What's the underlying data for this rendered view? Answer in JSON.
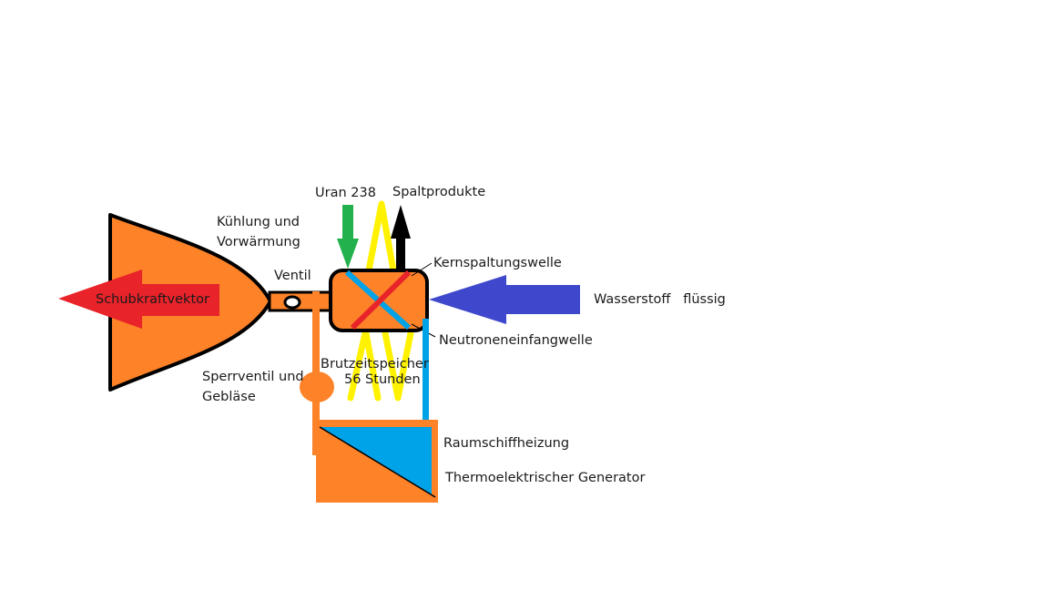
{
  "colors": {
    "orange": "#fd8228",
    "black": "#000000",
    "red": "#e8232a",
    "blue": "#3f48cc",
    "green": "#22b14c",
    "yellow": "#fff200",
    "cyan": "#00a2e8"
  },
  "labels": {
    "thrust": "Schubkraftvektor",
    "cooling_line1": "Kühlung und",
    "cooling_line2": "Vorwärmung",
    "valve": "Ventil",
    "uranium": "Uran 238",
    "fission_products": "Spaltprodukte",
    "fission_wave": "Kernspaltungswelle",
    "hydrogen": "Wasserstoff   flüssig",
    "capture_wave": "Neutroneneinfangwelle",
    "breeding_line1": "Brutzeitspeicher",
    "breeding_line2": "56 Stunden",
    "shutoff_line1": "Sperrventil und",
    "shutoff_line2": "Gebläse",
    "ship_heating": "Raumschiffheizung",
    "teg": "Thermoelektrischer Generator"
  }
}
